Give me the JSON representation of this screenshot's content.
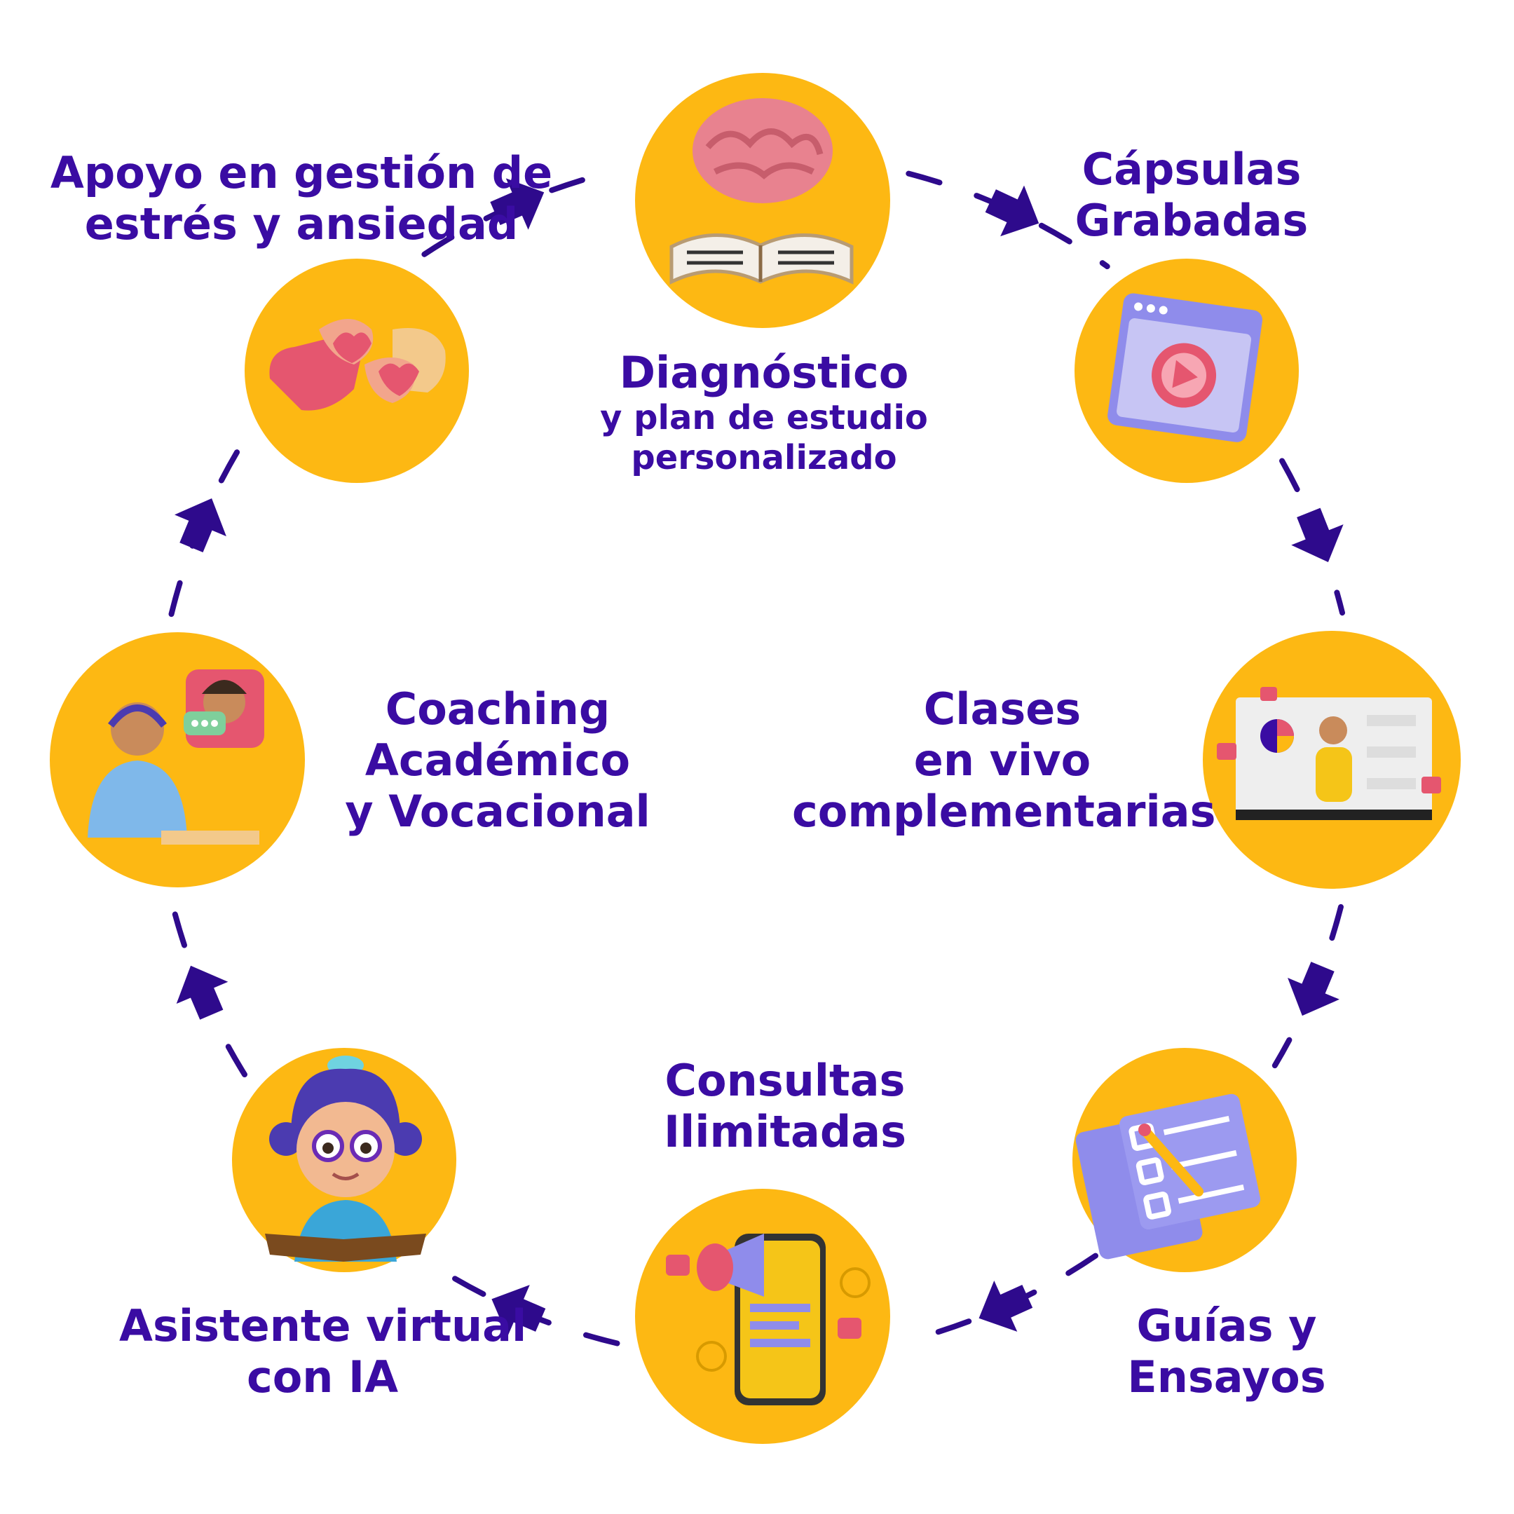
{
  "colors": {
    "circle": "#FDB813",
    "text": "#3A0CA3",
    "arrow": "#2E0A8C",
    "accent_pink": "#E5566F",
    "accent_violet": "#8F8CEB",
    "background": "#FFFFFF"
  },
  "nodes": [
    {
      "id": "diagnostico",
      "icon": "brain-book-icon",
      "title": "Diagnóstico",
      "lines": [
        "y plan de estudio",
        "personalizado"
      ]
    },
    {
      "id": "capsulas",
      "icon": "video-player-icon",
      "lines": [
        "Cápsulas",
        "Grabadas"
      ]
    },
    {
      "id": "clases",
      "icon": "live-class-icon",
      "lines": [
        "Clases",
        "en vivo",
        "complementarias"
      ]
    },
    {
      "id": "guias",
      "icon": "checklist-icon",
      "lines": [
        "Guías y",
        "Ensayos"
      ]
    },
    {
      "id": "consultas",
      "icon": "megaphone-phone-icon",
      "lines": [
        "Consultas",
        "Ilimitadas"
      ]
    },
    {
      "id": "asistente",
      "icon": "virtual-assistant-icon",
      "lines": [
        "Asistente virtual",
        "con IA"
      ]
    },
    {
      "id": "coaching",
      "icon": "coaching-call-icon",
      "lines": [
        "Coaching",
        "Académico",
        "y Vocacional"
      ]
    },
    {
      "id": "estres",
      "icon": "heart-hands-icon",
      "lines": [
        "Apoyo en gestión de",
        "estrés y ansiedad"
      ]
    }
  ]
}
